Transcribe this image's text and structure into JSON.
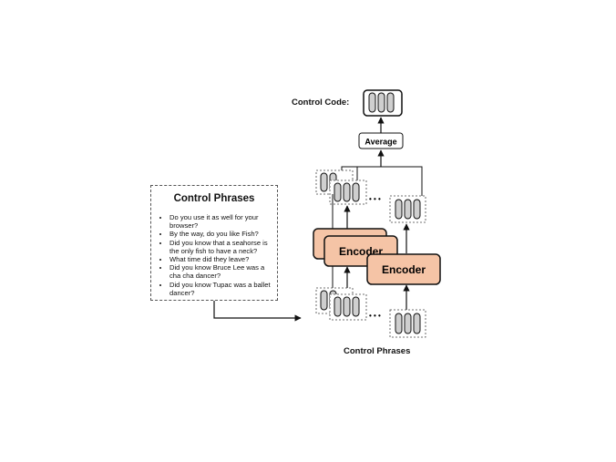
{
  "control_code_label": "Control Code:",
  "average_label": "Average",
  "encoder_label": "Encoder",
  "ellipsis": "• • •",
  "bottom_label": "Control Phrases",
  "phrases_box": {
    "title": "Control Phrases",
    "items": [
      "Do you use it as well for your browser?",
      "By the way, do you like Fish?",
      "Did you know that a seahorse is the only fish to have a neck?",
      "What time did they leave?",
      "Did you know Bruce Lee was a cha cha dancer?",
      "Did you know Tupac was a ballet dancer?"
    ]
  },
  "colors": {
    "encoder_fill": "#f5c4a6",
    "capsule_fill": "#cfcfcf",
    "stroke": "#111111"
  }
}
